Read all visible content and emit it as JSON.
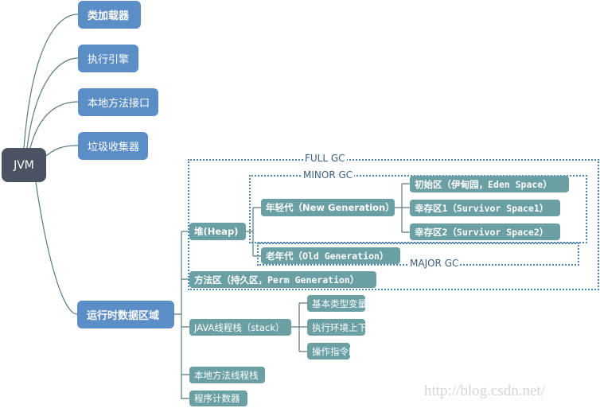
{
  "root": "JVM",
  "branches": {
    "class_loader": "类加载器",
    "exec_engine": "执行引擎",
    "native_iface": "本地方法接口",
    "gc": "垃圾收集器",
    "runtime_area": "运行时数据区域"
  },
  "runtime": {
    "heap": "堆(Heap)",
    "young": "年轻代（New Generation）",
    "eden": "初始区（伊甸园，Eden Space）",
    "s1": "幸存区1（Survivor Space1）",
    "s2": "幸存区2（Survivor Space2）",
    "old": "老年代（Old Generation）",
    "method": "方法区（持久区，Perm Generation）",
    "stack": "JAVA线程栈（stack）",
    "stack_children": [
      "基本类型变量区",
      "执行环境上下文",
      "操作指令区"
    ],
    "native_stack": "本地方法线程栈",
    "pc": "程序计数器"
  },
  "gc_labels": {
    "full": "FULL GC",
    "minor": "MINOR GC",
    "major": "MAJOR GC"
  },
  "watermark": "http://blog.csdn.net/",
  "colors": {
    "root": "#4a5362",
    "level1": "#5b8dc6",
    "level2": "#6a9fa4",
    "gc_border": "#4f86b8"
  }
}
